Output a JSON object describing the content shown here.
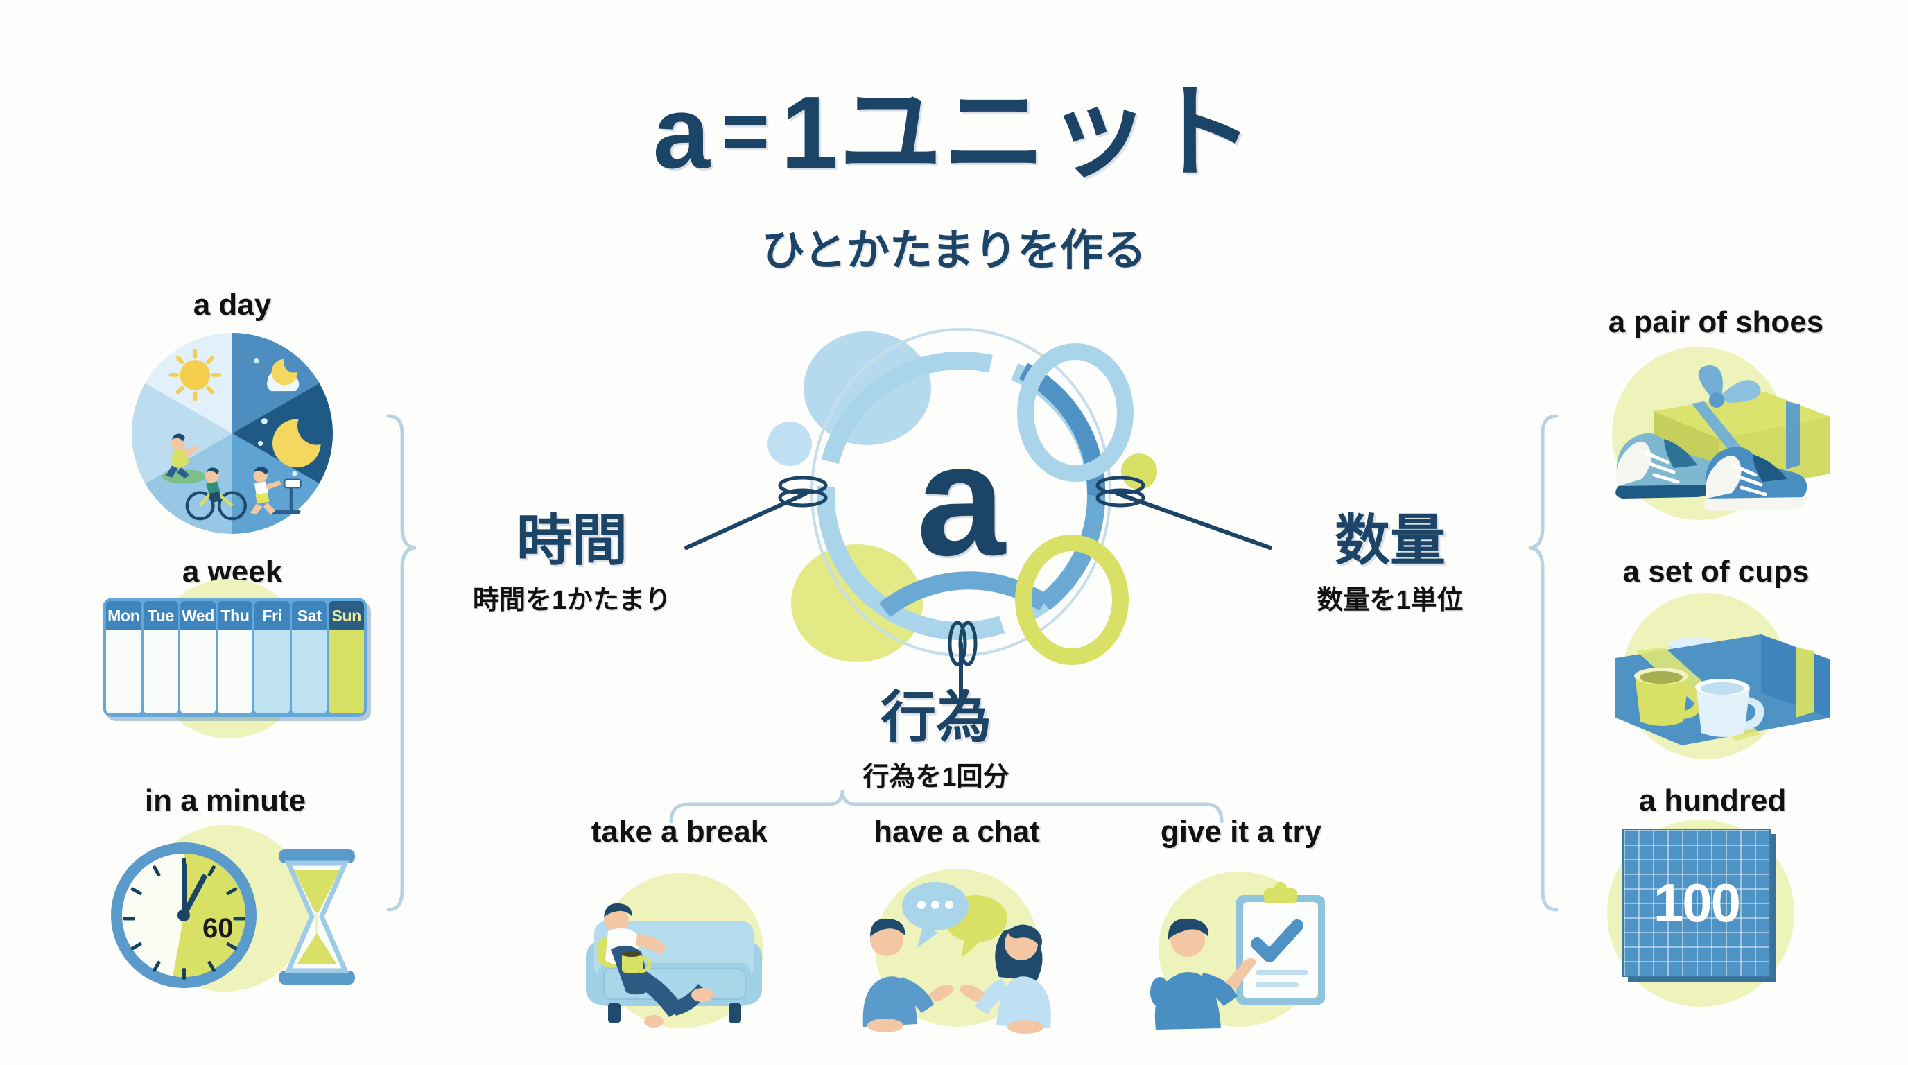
{
  "header": {
    "title_a": "a",
    "title_eq": "=",
    "title_rest": "1ユニット",
    "subtitle": "ひとかたまりを作る"
  },
  "hub": {
    "letter": "a"
  },
  "branches": [
    {
      "id": "time",
      "main": "時間",
      "sub": "時間を1かたまり"
    },
    {
      "id": "quantity",
      "main": "数量",
      "sub": "数量を1単位"
    },
    {
      "id": "action",
      "main": "行為",
      "sub": "行為を1回分"
    }
  ],
  "time_examples": [
    {
      "label": "a day",
      "icon": "day-pie-icon"
    },
    {
      "label": "a week",
      "icon": "week-calendar-icon"
    },
    {
      "label": "in a minute",
      "icon": "clock-hourglass-icon"
    }
  ],
  "week_calendar": {
    "days": [
      "Mon",
      "Tue",
      "Wed",
      "Thu",
      "Fri",
      "Sat",
      "Sun"
    ],
    "weekend_highlight": [
      "Fri",
      "Sat"
    ],
    "accent_day": "Sun"
  },
  "clock": {
    "number": "60"
  },
  "quantity_examples": [
    {
      "label": "a pair of shoes",
      "icon": "shoes-gift-icon"
    },
    {
      "label": "a set of cups",
      "icon": "cups-box-icon"
    },
    {
      "label": "a hundred",
      "icon": "hundred-block-icon"
    }
  ],
  "hundred_block": {
    "number": "100",
    "rows": 10,
    "cols": 10
  },
  "action_examples": [
    {
      "label": "take a break",
      "icon": "sofa-relax-icon"
    },
    {
      "label": "have a chat",
      "icon": "two-people-chat-icon"
    },
    {
      "label": "give it a try",
      "icon": "clipboard-check-icon"
    }
  ],
  "colors": {
    "navy": "#1b4466",
    "blue": "#5b9bcb",
    "light_blue": "#a9d4ea",
    "pale_blue": "#cfe6f4",
    "lime": "#d8e065",
    "pale_lime": "#eef3bc",
    "yellow": "#f5cd4f",
    "text_dark": "#111111",
    "background": "#fdfdfb"
  }
}
